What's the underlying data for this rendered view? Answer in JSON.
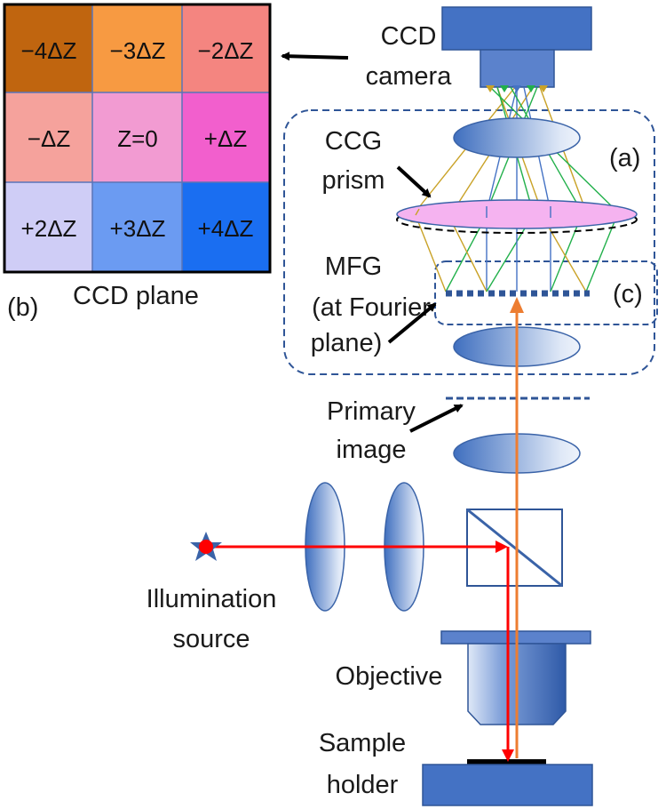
{
  "grid": {
    "cells": [
      [
        "−4ΔZ",
        "−3ΔZ",
        "−2ΔZ"
      ],
      [
        "−ΔZ",
        "Z=0",
        "+ΔZ"
      ],
      [
        "+2ΔZ",
        "+3ΔZ",
        "+4ΔZ"
      ]
    ],
    "colors": [
      [
        "#c0650f",
        "#f79a42",
        "#f48580"
      ],
      [
        "#f5a29c",
        "#f29bd2",
        "#f25fcd"
      ],
      [
        "#cfcdf6",
        "#6b9bf2",
        "#1a6ef1"
      ]
    ],
    "panel_label": "(b)",
    "plane_label": "CCD plane"
  },
  "labels": {
    "ccd_line1": "CCD",
    "ccd_line2": "camera",
    "ccg_line1": "CCG",
    "ccg_line2": "prism",
    "panel_a": "(a)",
    "panel_c": "(c)",
    "mfg_line1": "MFG",
    "mfg_line2": "(at Fourier",
    "mfg_line3": "plane)",
    "primary_line1": "Primary",
    "primary_line2": "image",
    "illum_line1": "Illumination",
    "illum_line2": "source",
    "objective": "Objective",
    "sample_line1": "Sample",
    "sample_line2": "holder"
  },
  "colors": {
    "optic_fill_dark": "#3f6fbf",
    "optic_fill_light": "#dfe8f7",
    "optic_stroke": "#3a63a8",
    "block_blue": "#4472c4",
    "dashed_blue": "#2f5597",
    "prism_pink": "#f5b3f0",
    "beam_red": "#ff0000",
    "beam_orange": "#ed7d31",
    "ray_gold": "#c9a227",
    "ray_green": "#22b04b",
    "ray_blue": "#4472c4"
  }
}
